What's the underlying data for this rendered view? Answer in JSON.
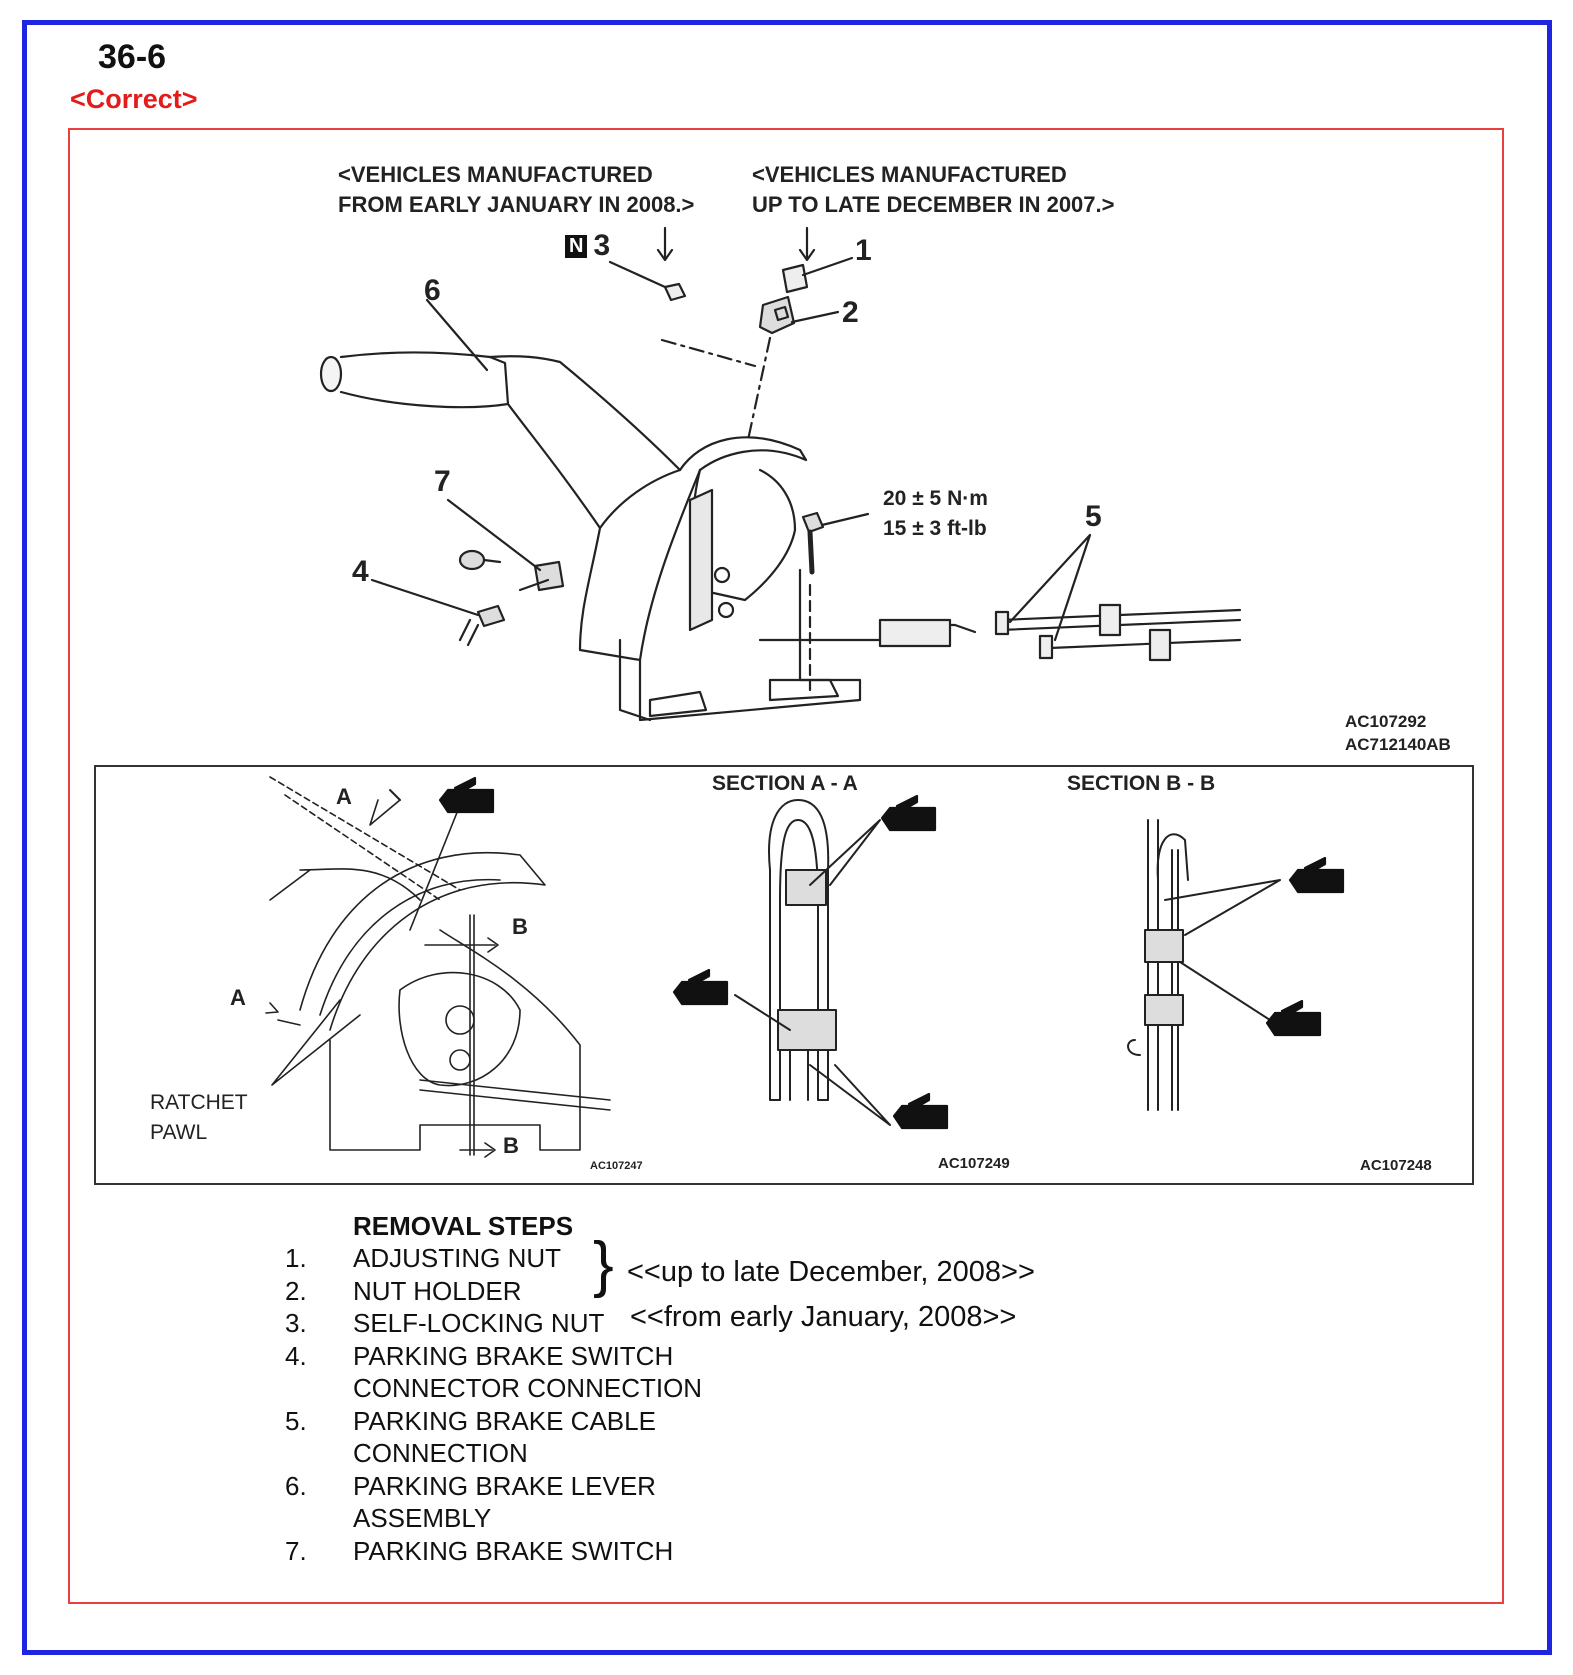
{
  "page_number": "36-6",
  "status_label": "<Correct>",
  "colors": {
    "outer_border": "#1f24e0",
    "frame_border": "#e84040",
    "status_text": "#e31b1b"
  },
  "headers": {
    "left_line1": "<VEHICLES MANUFACTURED",
    "left_line2": "FROM EARLY JANUARY IN 2008.>",
    "right_line1": "<VEHICLES MANUFACTURED",
    "right_line2": "UP TO LATE DECEMBER IN 2007.>"
  },
  "callouts": {
    "c1": "1",
    "c2": "2",
    "c3": "3",
    "c4": "4",
    "c5": "5",
    "c6": "6",
    "c7": "7",
    "n_symbol": "N"
  },
  "torque": {
    "line1": "20 ± 5 N·m",
    "line2": "15 ± 3 ft-lb"
  },
  "codes": {
    "main1": "AC107292",
    "main2": "AC712140AB",
    "inset1": "AC107247",
    "inset2": "AC107249",
    "inset3": "AC107248"
  },
  "inset": {
    "section_a": "SECTION A - A",
    "section_b": "SECTION B - B",
    "label_a": "A",
    "label_b": "B",
    "ratchet": "RATCHET",
    "pawl": "PAWL"
  },
  "removal": {
    "title": "REMOVAL STEPS",
    "steps": [
      {
        "num": "1.",
        "text": "ADJUSTING NUT"
      },
      {
        "num": "2.",
        "text": "NUT HOLDER"
      },
      {
        "num": "3.",
        "text": "SELF-LOCKING NUT"
      },
      {
        "num": "4.",
        "text": "PARKING BRAKE SWITCH"
      },
      {
        "num": "",
        "text": "CONNECTOR CONNECTION"
      },
      {
        "num": "5.",
        "text": "PARKING BRAKE CABLE"
      },
      {
        "num": "",
        "text": "CONNECTION"
      },
      {
        "num": "6.",
        "text": "PARKING BRAKE LEVER"
      },
      {
        "num": "",
        "text": "ASSEMBLY"
      },
      {
        "num": "7.",
        "text": "PARKING BRAKE SWITCH"
      }
    ],
    "note_1_2": "<<up to late December, 2008>>",
    "note_3": "<<from early January, 2008>>"
  }
}
